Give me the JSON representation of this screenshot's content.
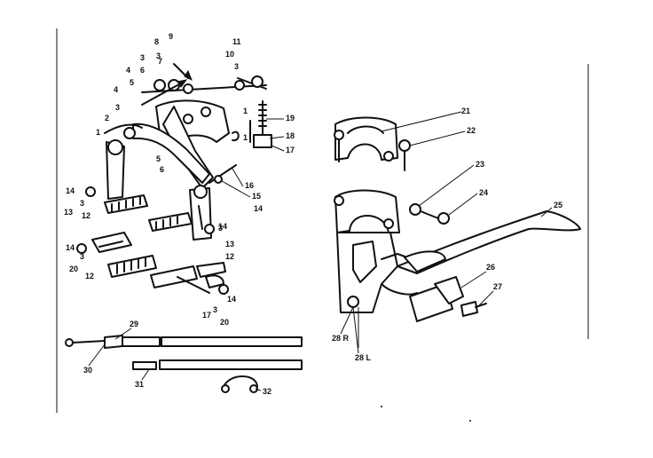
{
  "labels": {
    "l1a": "1",
    "l1b": "1",
    "l1c": "1",
    "l2": "2",
    "l3a": "3",
    "l3b": "3",
    "l3c": "3",
    "l3d": "3",
    "l3e": "3",
    "l3f": "3",
    "l3g": "3",
    "l3h": "3",
    "l4a": "4",
    "l4b": "4",
    "l5a": "5",
    "l5b": "5",
    "l6a": "6",
    "l6b": "6",
    "l7": "7",
    "l8": "8",
    "l9": "9",
    "l10": "10",
    "l11": "11",
    "l12a": "12",
    "l12b": "12",
    "l12c": "12",
    "l13a": "13",
    "l13b": "13",
    "l14a": "14",
    "l14b": "14",
    "l14c": "14",
    "l14d": "14",
    "l14e": "14",
    "l15": "15",
    "l16": "16",
    "l17a": "17",
    "l17b": "17",
    "l18": "18",
    "l19": "19",
    "l20a": "20",
    "l20b": "20",
    "l21": "21",
    "l22": "22",
    "l23": "23",
    "l24": "24",
    "l25": "25",
    "l26": "26",
    "l27": "27",
    "l28r": "28 R",
    "l28l": "28 L",
    "l29": "29",
    "l30": "30",
    "l31": "31",
    "l32": "32"
  }
}
